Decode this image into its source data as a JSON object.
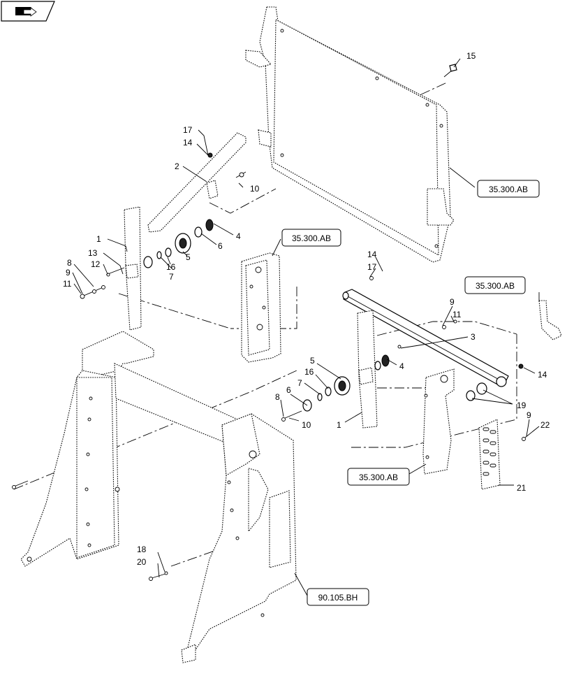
{
  "nav_icon": "book-arrow-icon",
  "callouts": [
    "1",
    "2",
    "3",
    "4",
    "5",
    "6",
    "7",
    "8",
    "9",
    "10",
    "11",
    "12",
    "13",
    "14",
    "15",
    "16",
    "17",
    "18",
    "19",
    "20",
    "21",
    "22"
  ],
  "refs": {
    "frame_top_right": "35.300.AB",
    "bracket_center": "35.300.AB",
    "bracket_right": "35.300.AB",
    "plate_lower": "35.300.AB",
    "main_frame": "90.105.BH"
  }
}
